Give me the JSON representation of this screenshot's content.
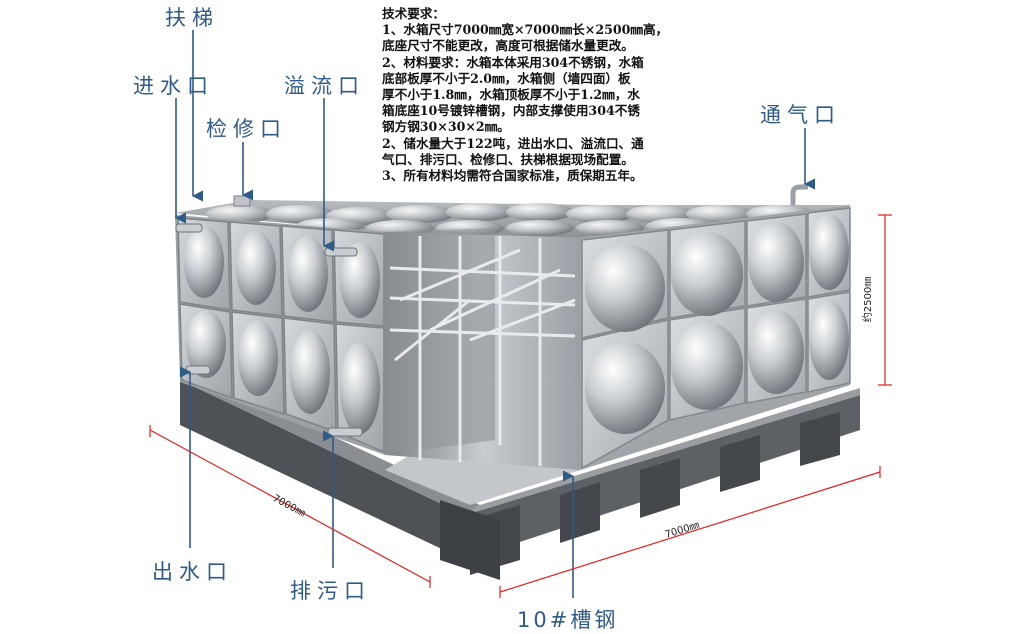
{
  "specs": {
    "heading": "技术要求：",
    "lines": [
      "1、水箱尺寸7000㎜宽×7000㎜长×2500㎜高，",
      "底座尺寸不能更改，高度可根据储水量更改。",
      "2、材料要求：水箱本体采用304不锈钢，水箱",
      "底部板厚不小于2.0㎜，水箱侧（墙四面）板",
      "厚不小于1.8㎜，水箱顶板厚不小于1.2㎜，水",
      "箱底座10号镀锌槽钢，内部支撑使用304不锈",
      "钢方钢30×30×2㎜。",
      "2、储水量大于122吨，进出水口、溢流口、通",
      "气口、排污口、检修口、扶梯根据现场配置。",
      "3、所有材料均需符合国家标准，质保期五年。"
    ]
  },
  "callouts": {
    "ladder": "扶梯",
    "inlet": "进水口",
    "inspection": "检修口",
    "overflow": "溢流口",
    "vent": "通气口",
    "outlet": "出水口",
    "drain": "排污口",
    "channel": "10#槽钢"
  },
  "dimensions": {
    "width": "7000㎜",
    "length": "7000㎜",
    "height": "约2500㎜"
  },
  "colors": {
    "label": "#2f5b86",
    "dim_line": "#e0201c",
    "steel_light": "#eef0f2",
    "steel_dark": "#8a9096",
    "base": "#6f7378"
  }
}
